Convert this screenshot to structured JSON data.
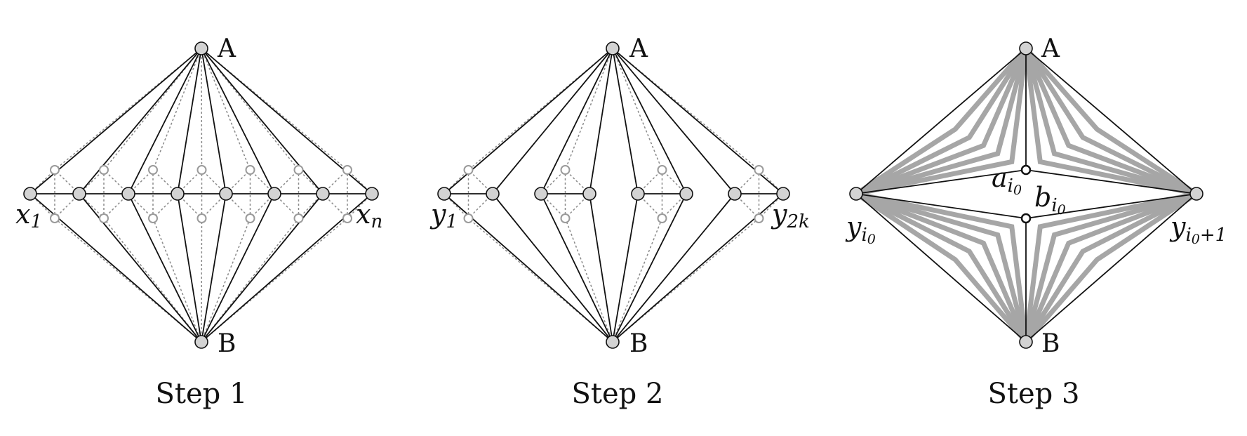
{
  "figure": {
    "panels": [
      {
        "caption": "Step 1",
        "top_label": "A",
        "bottom_label": "B",
        "left_label": {
          "base": "x",
          "sub": "1"
        },
        "right_label": {
          "base": "x",
          "sub": "n"
        }
      },
      {
        "caption": "Step 2",
        "top_label": "A",
        "bottom_label": "B",
        "left_label": {
          "base": "y",
          "sub": "1"
        },
        "right_label": {
          "base": "y",
          "sub": "2k"
        }
      },
      {
        "caption": "Step 3",
        "top_label": "A",
        "bottom_label": "B",
        "left_label": {
          "base": "y",
          "sub": "i",
          "subsub": "0"
        },
        "right_label": {
          "base": "y",
          "sub": "i",
          "subsub": "0",
          "suffix": "+1"
        },
        "inner_top_label": {
          "base": "a",
          "sub": "i",
          "subsub": "0"
        },
        "inner_bottom_label": {
          "base": "b",
          "sub": "i",
          "subsub": "0"
        }
      }
    ],
    "colors": {
      "line": "#111111",
      "dotted": "#8a8a8a",
      "vertex_fill": "#d3d3d3",
      "hollow_vertex": "#9a9a9a",
      "thick_path": "#a6a6a6"
    }
  }
}
